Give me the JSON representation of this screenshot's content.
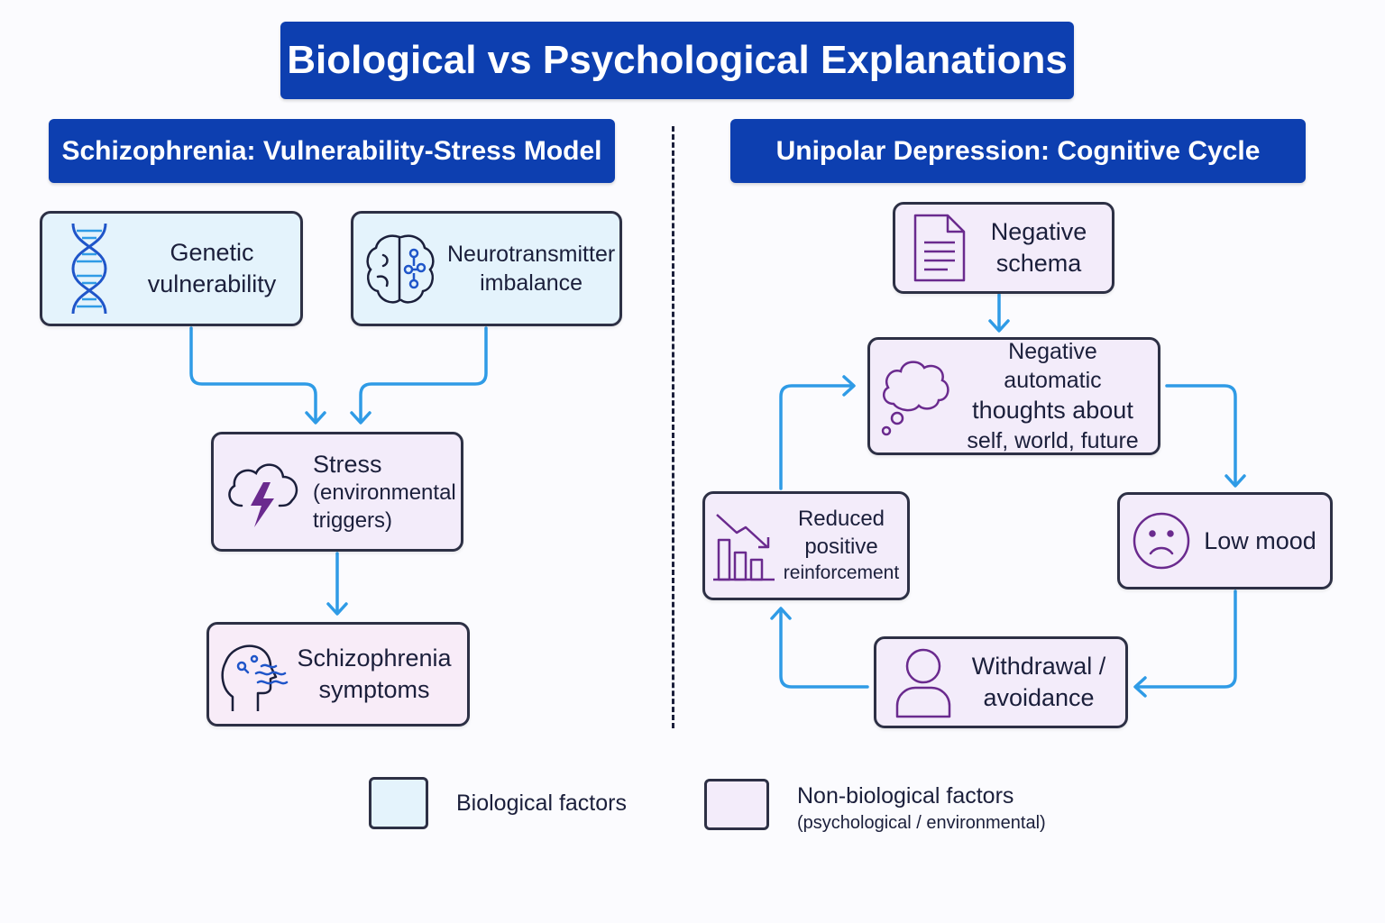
{
  "title": "Biological vs Psychological Explanations",
  "left_panel": {
    "header": "Schizophrenia: Vulnerability-Stress Model",
    "genetic": {
      "line1": "Genetic",
      "line2": "vulnerability",
      "icon": "dna-icon"
    },
    "neuro": {
      "line1": "Neurotransmitter",
      "line2": "imbalance",
      "icon": "brain-circuit-icon"
    },
    "stress": {
      "line1": "Stress",
      "line2": "(environmental",
      "line3": "triggers)",
      "icon": "storm-cloud-icon"
    },
    "symptoms": {
      "line1": "Schizophrenia",
      "line2": "symptoms",
      "icon": "head-profile-icon"
    }
  },
  "right_panel": {
    "header": "Unipolar Depression: Cognitive Cycle",
    "schema": {
      "line1": "Negative",
      "line2": "schema",
      "icon": "document-icon"
    },
    "nat": {
      "line1": "Negative automatic",
      "line2": "thoughts about",
      "line3": "self, world, future",
      "icon": "thought-bubble-icon"
    },
    "mood": {
      "label": "Low mood",
      "icon": "sad-face-icon"
    },
    "withdrawal": {
      "line1": "Withdrawal /",
      "line2": "avoidance",
      "icon": "person-icon"
    },
    "reinforcement": {
      "line1": "Reduced",
      "line2": "positive",
      "line3": "reinforcement",
      "icon": "declining-chart-icon"
    }
  },
  "legend": {
    "biological": "Biological factors",
    "nonbiological": "Non-biological factors",
    "nonbiological_sub": "(psychological / environmental)"
  },
  "colors": {
    "banner": "#0d3fb0",
    "arrow": "#2f9be6",
    "biological_fill": "#e4f3fc",
    "nonbiological_fill": "#f3ecfa",
    "icon_blue": "#1f55c9",
    "icon_purple": "#6a2a8e"
  }
}
